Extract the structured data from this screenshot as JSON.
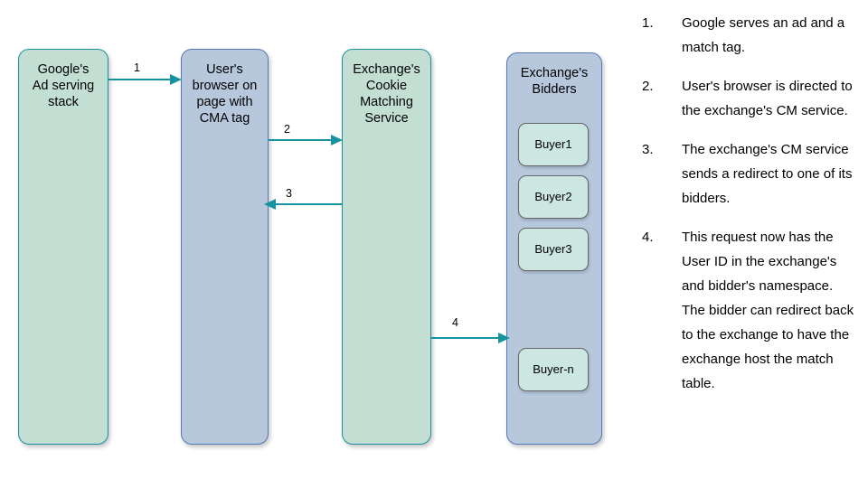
{
  "diagram": {
    "colors": {
      "green_fill": "#c3dfd4",
      "green_border": "#1b8f9c",
      "blue_fill": "#b7c8dd",
      "blue_border": "#5577b5",
      "buyer_fill": "#cce6e1",
      "buyer_border": "#666666",
      "arrow": "#17939f",
      "background": "#ffffff"
    },
    "nodes": {
      "google": "Google's\nAd serving\nstack",
      "browser": "User's\nbrowser on\npage with\nCMA tag",
      "cms": "Exchange's\nCookie\nMatching\nService",
      "bidders": "Exchange's\nBidders"
    },
    "buyers": [
      {
        "label": "Buyer1"
      },
      {
        "label": "Buyer2"
      },
      {
        "label": "Buyer3"
      },
      {
        "label": "Buyer-n"
      }
    ],
    "arrows": [
      {
        "label": "1",
        "from": "google",
        "to": "browser",
        "direction": "right"
      },
      {
        "label": "2",
        "from": "browser",
        "to": "cms",
        "direction": "right"
      },
      {
        "label": "3",
        "from": "cms",
        "to": "browser",
        "direction": "left"
      },
      {
        "label": "4",
        "from": "cms",
        "to": "bidders",
        "direction": "right"
      }
    ]
  },
  "steps": [
    {
      "number": "1.",
      "text": "Google serves an ad and a match tag."
    },
    {
      "number": "2.",
      "text": "User's browser is directed to the exchange's CM service."
    },
    {
      "number": "3.",
      "text": "The exchange's CM service sends a redirect to one of its bidders."
    },
    {
      "number": "4.",
      "text": "This request now has the User ID in the exchange's and bidder's namespace. The bidder can redirect back to the exchange to have the exchange host the match table."
    }
  ]
}
